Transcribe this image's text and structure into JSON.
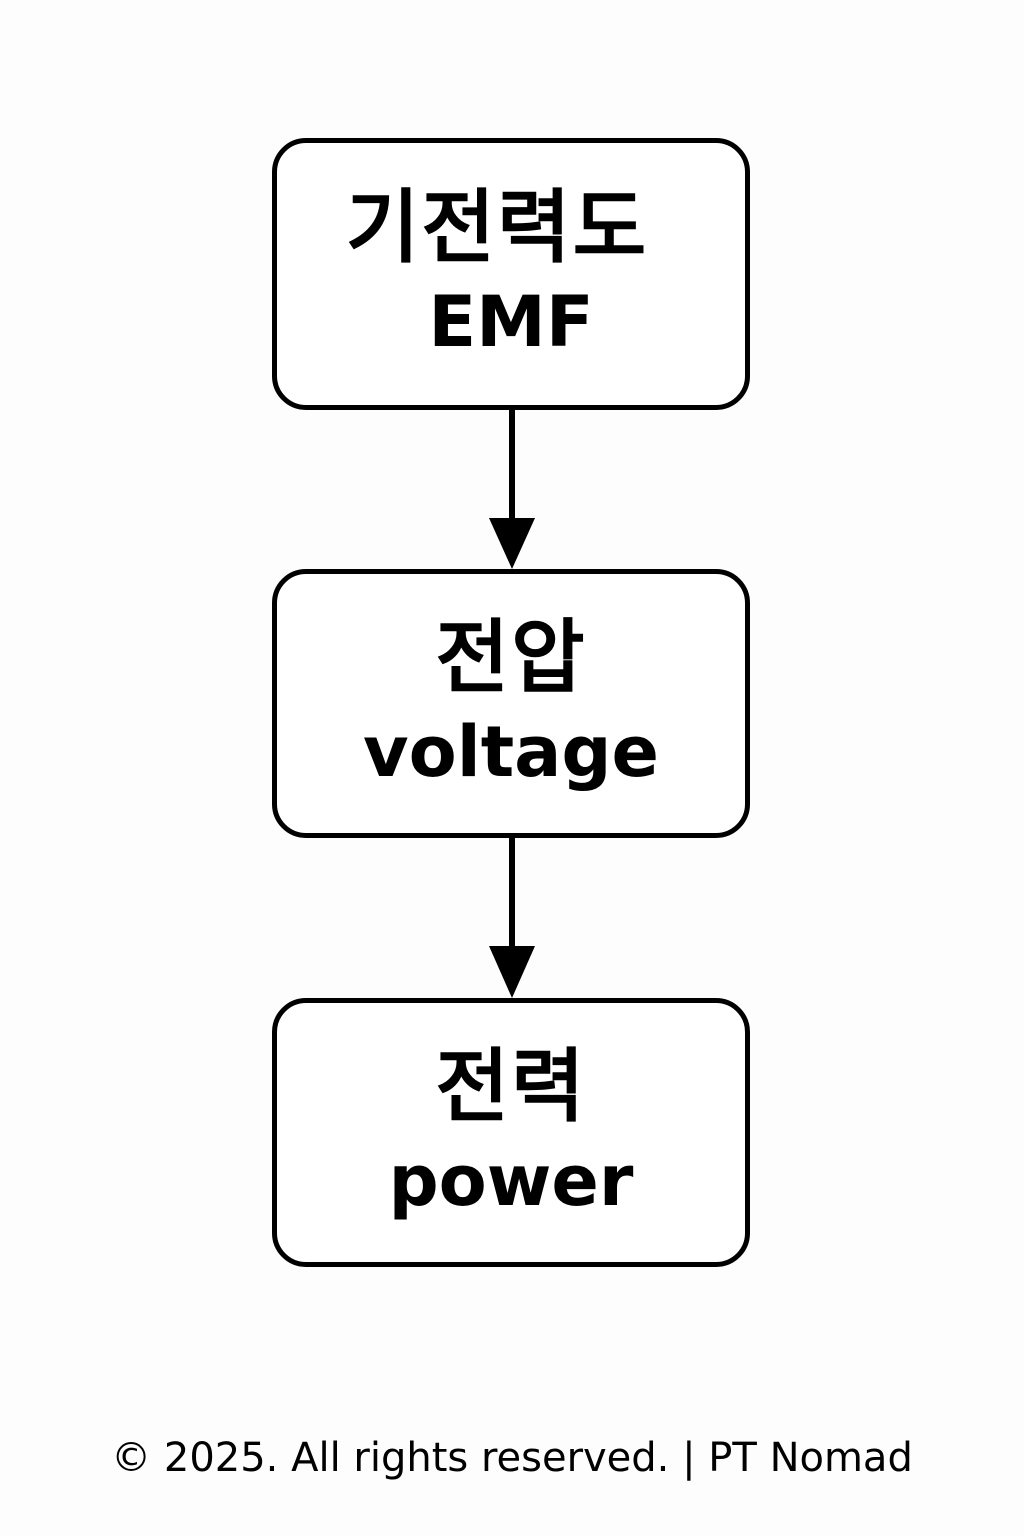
{
  "diagram": {
    "nodes": [
      {
        "korean": "기전력도",
        "english": "EMF"
      },
      {
        "korean": "전압",
        "english": "voltage"
      },
      {
        "korean": "전력",
        "english": "power"
      }
    ],
    "edges": [
      {
        "from": "EMF",
        "to": "voltage"
      },
      {
        "from": "voltage",
        "to": "power"
      }
    ]
  },
  "footer": {
    "text": "© 2025. All rights reserved. | PT Nomad"
  },
  "colors": {
    "background": "#fdfdfd",
    "stroke": "#000000"
  }
}
